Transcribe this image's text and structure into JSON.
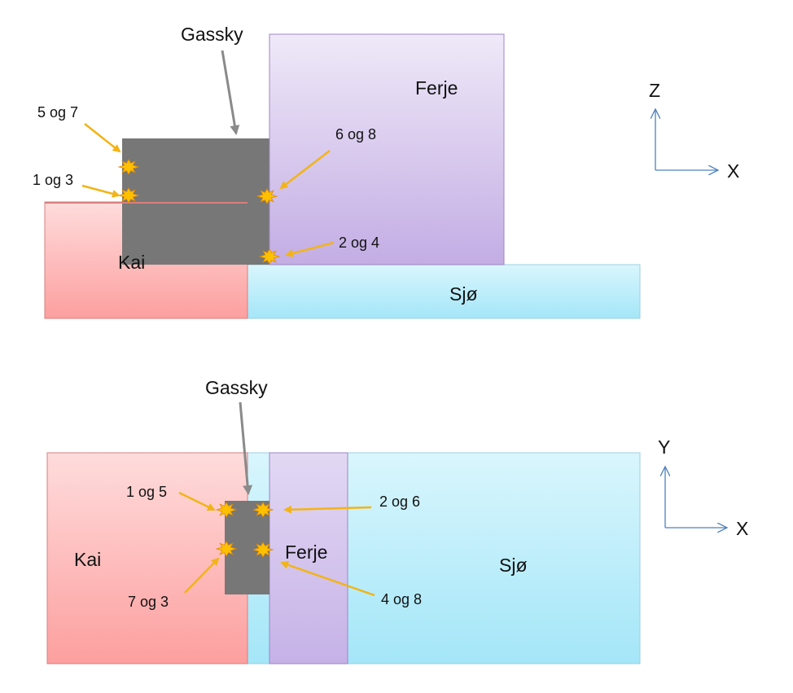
{
  "side_view": {
    "gas_cloud_label": "Gassky",
    "quay_label": "Kai",
    "ferry_label": "Ferje",
    "sea_label": "Sjø",
    "markers": {
      "top_left": "5 og 7",
      "bottom_left": "1 og 3",
      "top_right": "6 og 8",
      "bottom_right": "2 og 4"
    },
    "axes": {
      "vertical": "Z",
      "horizontal": "X"
    }
  },
  "top_view": {
    "gas_cloud_label": "Gassky",
    "quay_label": "Kai",
    "ferry_label": "Ferje",
    "sea_label": "Sjø",
    "markers": {
      "top_left": "1 og 5",
      "top_right": "2 og 6",
      "bottom_left": "7 og 3",
      "bottom_right": "4 og 8"
    },
    "axes": {
      "vertical": "Y",
      "horizontal": "X"
    }
  },
  "colors": {
    "quay": "#fd9f9f",
    "sea": "#aee9f8",
    "ferry": "#c5b0e6",
    "gas_cloud": "#777777",
    "arrow_orange": "#f2b416",
    "burst": "#ffc000",
    "axis_blue": "#4f81bd",
    "pointer_gray": "#8a8a8a"
  }
}
